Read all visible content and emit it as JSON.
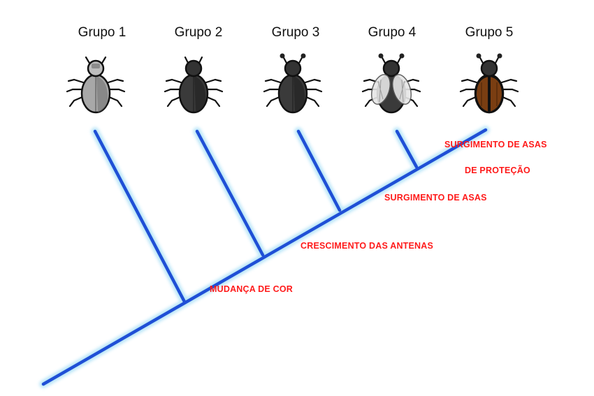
{
  "groups": [
    {
      "label": "Grupo 1",
      "body_color": "#a8a8a8",
      "wings": "none"
    },
    {
      "label": "Grupo 2",
      "body_color": "#3a3a3a",
      "wings": "none"
    },
    {
      "label": "Grupo 3",
      "body_color": "#3a3a3a",
      "wings": "none"
    },
    {
      "label": "Grupo 4",
      "body_color": "#3a3a3a",
      "wings": "transparent"
    },
    {
      "label": "Grupo 5",
      "body_color": "#3a3a3a",
      "wings": "protective"
    }
  ],
  "traits": {
    "color_change": "MUDANÇA DE COR",
    "antenna_growth": "CRESCIMENTO DAS ANTENAS",
    "wings": "SURGIMENTO DE ASAS",
    "protective_wings_line1": "SURGIMENTO DE ASAS",
    "protective_wings_line2": "DE PROTEÇÃO"
  },
  "colors": {
    "branch": "#1f4fd6",
    "branch_glow": "#9fdcf5",
    "trait_text": "#ff1a1a",
    "wing_protective": "#7a3e12",
    "wing_transparent": "#e6e6e6"
  }
}
